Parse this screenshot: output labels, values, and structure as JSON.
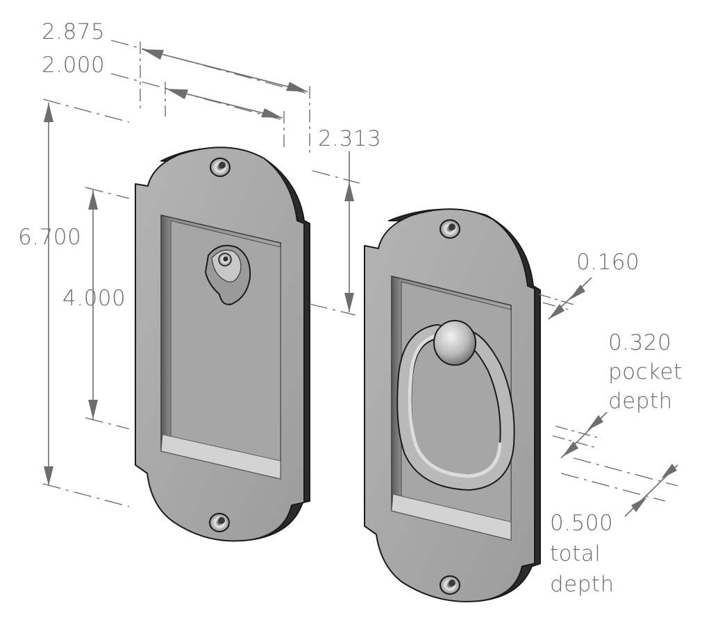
{
  "dimensions": {
    "width_outer": "2.875",
    "width_inner": "2.000",
    "height_total": "6.700",
    "height_pocket": "4.000",
    "radius_top": "2.313",
    "flange": "0.160",
    "pocket_depth_value": "0.320",
    "pocket_depth_label_1": "pocket",
    "pocket_depth_label_2": "depth",
    "total_depth_value": "0.500",
    "total_depth_label_1": "total",
    "total_depth_label_2": "depth"
  },
  "colors": {
    "plate_face": "#a9a9a9",
    "plate_edge": "#2b2b2b",
    "pocket_floor": "#9e9e9e",
    "dimension": "#6e6e6e"
  }
}
